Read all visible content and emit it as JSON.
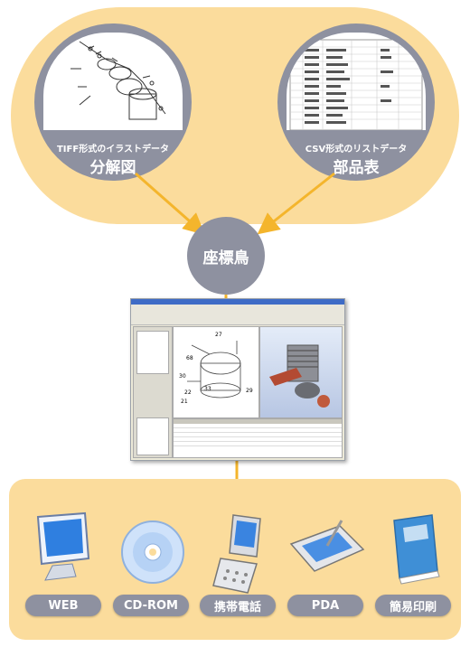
{
  "sources": [
    {
      "caption_small": "TIFF形式のイラストデータ",
      "caption_big": "分解図",
      "icon": "exploded-drawing-icon"
    },
    {
      "caption_small": "CSV形式のリストデータ",
      "caption_big": "部品表",
      "icon": "spreadsheet-icon"
    }
  ],
  "hub": {
    "label": "座標鳥"
  },
  "screenshot": {
    "callouts": [
      "27",
      "68",
      "30",
      "22",
      "33",
      "21",
      "29"
    ]
  },
  "outputs": [
    {
      "label": "WEB",
      "icon": "monitor-icon"
    },
    {
      "label": "CD-ROM",
      "icon": "cd-rom-icon"
    },
    {
      "label": "携帯電話",
      "icon": "mobile-phone-icon"
    },
    {
      "label": "PDA",
      "icon": "pda-icon"
    },
    {
      "label": "簡易印刷",
      "icon": "book-icon"
    }
  ],
  "colors": {
    "panel": "#fbdc9c",
    "node": "#8e91a0",
    "arrow": "#f4b52c"
  }
}
